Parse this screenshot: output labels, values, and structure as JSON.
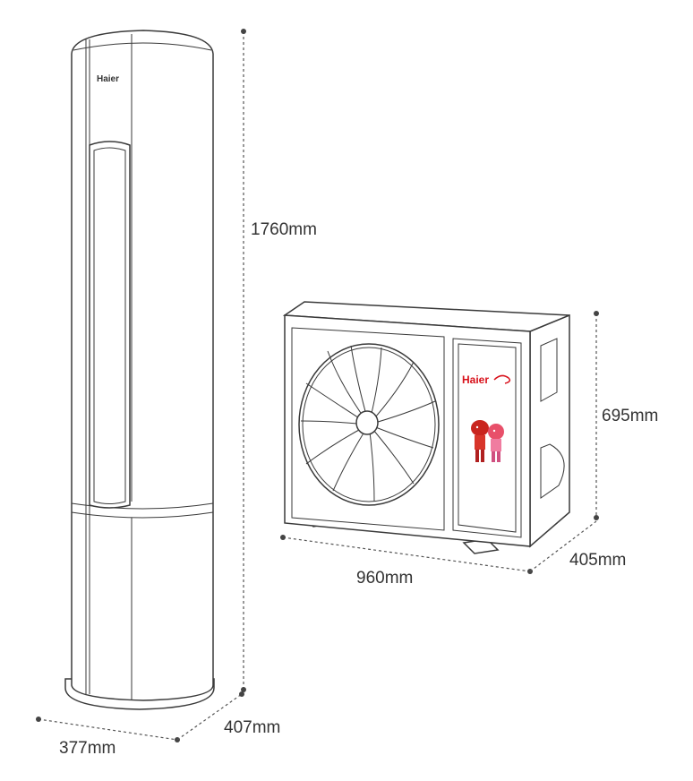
{
  "indoor_unit": {
    "brand": "Haier",
    "height_label": "1760mm",
    "width_label": "377mm",
    "depth_label": "407mm"
  },
  "outdoor_unit": {
    "brand": "Haier",
    "height_label": "695mm",
    "width_label": "960mm",
    "depth_label": "405mm"
  },
  "colors": {
    "line": "#3a3a3a",
    "brand_red": "#d8101a"
  }
}
